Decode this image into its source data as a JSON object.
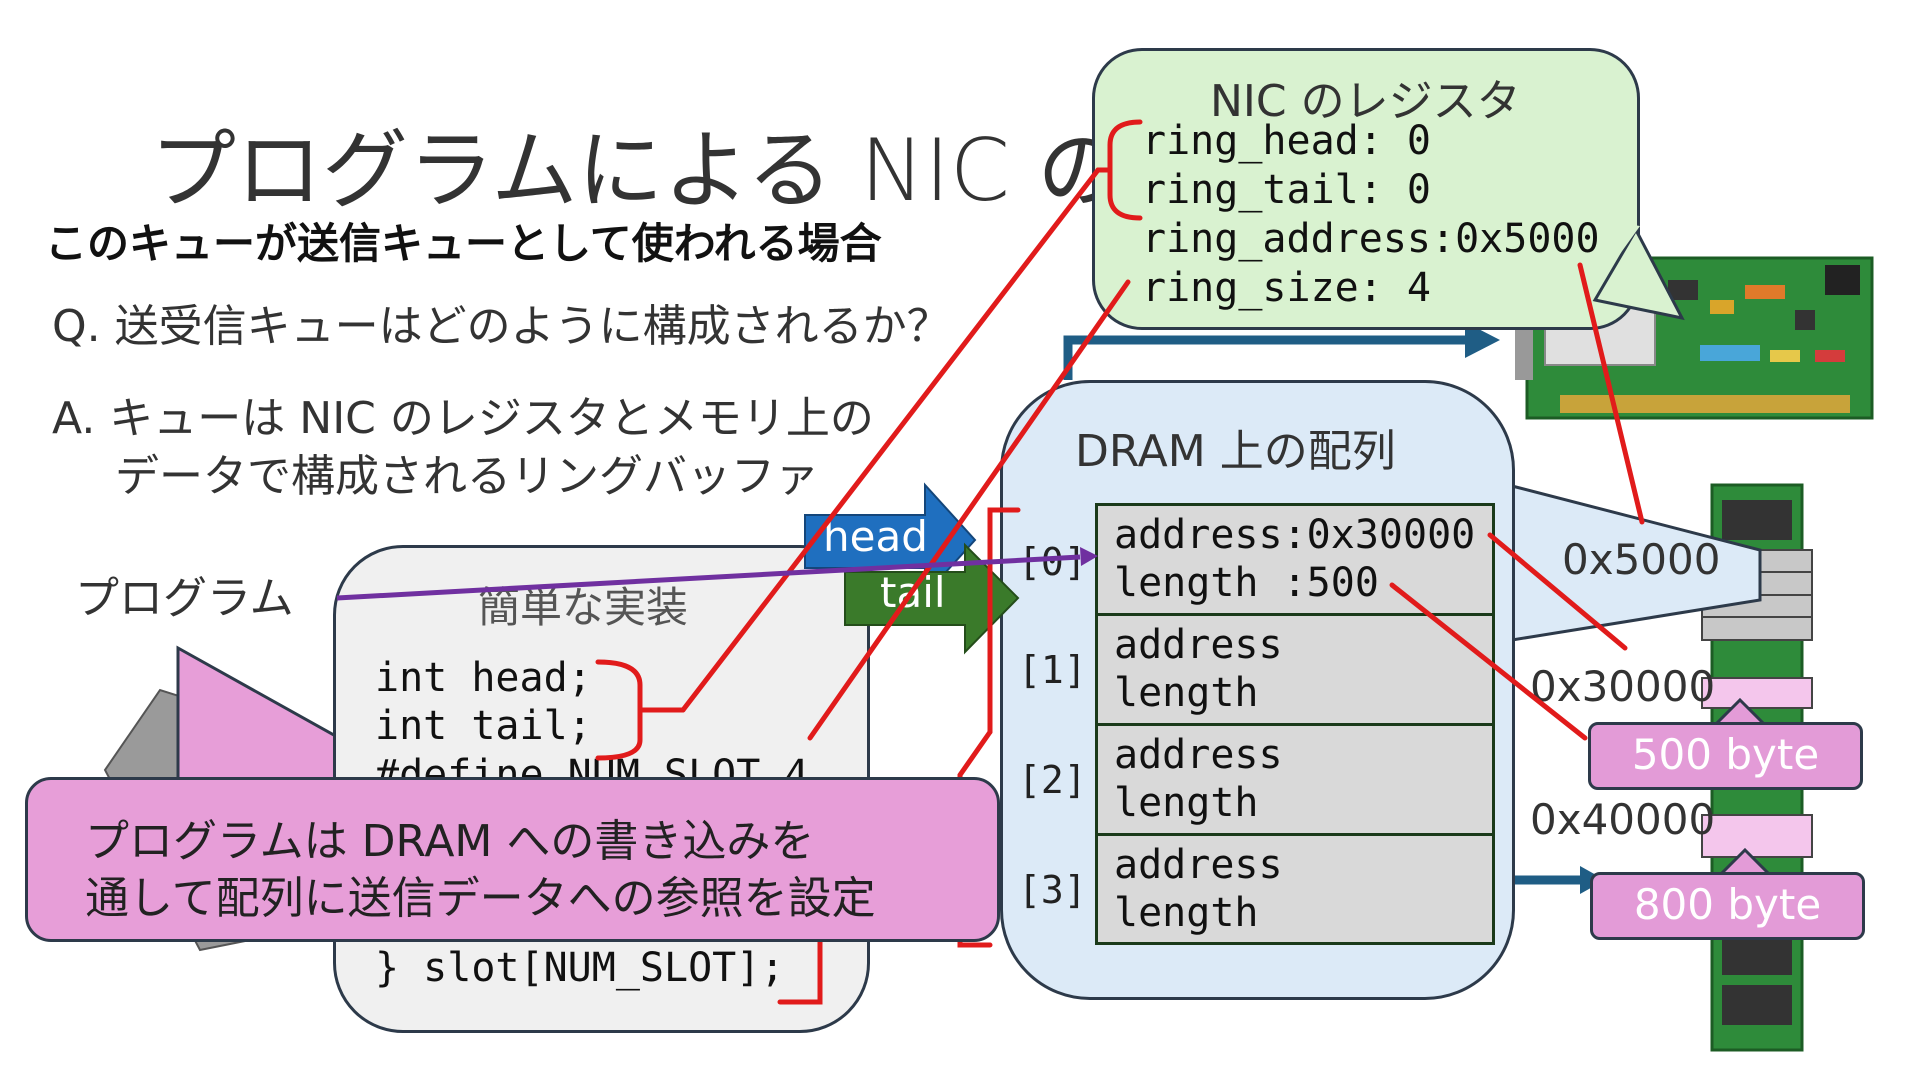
{
  "title": "プログラムによる NIC の",
  "subtitle": "このキューが送信キューとして使われる場合",
  "question": "Q. 送受信キューはどのように構成されるか？",
  "answer_line1": "A. キューは NIC のレジスタとメモリ上の",
  "answer_line2": "データで構成されるリングバッファ",
  "program_label": "プログラム",
  "code": {
    "title": "簡単な実装",
    "lines": [
      "int head;",
      "int tail;",
      "#define NUM_SLOT 4",
      "} slot[NUM_SLOT];"
    ]
  },
  "nic": {
    "title": "NIC のレジスタ",
    "registers": [
      "ring_head: 0",
      "ring_tail: 0",
      "ring_address:0x5000",
      "ring_size: 4"
    ]
  },
  "dram": {
    "title": "DRAM 上の配列",
    "slots": [
      {
        "index": "[0]",
        "address": "address:0x30000",
        "length": "length :500"
      },
      {
        "index": "[1]",
        "address": "address",
        "length": "length"
      },
      {
        "index": "[2]",
        "address": "address",
        "length": "length"
      },
      {
        "index": "[3]",
        "address": "address",
        "length": "length"
      }
    ]
  },
  "pointers": {
    "head": "head",
    "tail": "tail"
  },
  "memory": {
    "addr_ring": "0x5000",
    "addr_buf1": "0x30000",
    "addr_buf2": "0x40000",
    "buf1_size": "500 byte",
    "buf2_size": "800 byte"
  },
  "callout": {
    "line1": "プログラムは DRAM への書き込みを",
    "line2": "通して配列に送信データへの参照を設定"
  },
  "colors": {
    "nic_box": "#d9f2d0",
    "dram_box": "#dceaf7",
    "code_box": "#f0f0f0",
    "callout": "#e79ed8",
    "head_arrow": "#1f6fbf",
    "tail_arrow": "#3a7a2a",
    "leader_lines": "#e11b1b",
    "program_arrow": "#7030a0",
    "connector": "#1f5d85"
  }
}
